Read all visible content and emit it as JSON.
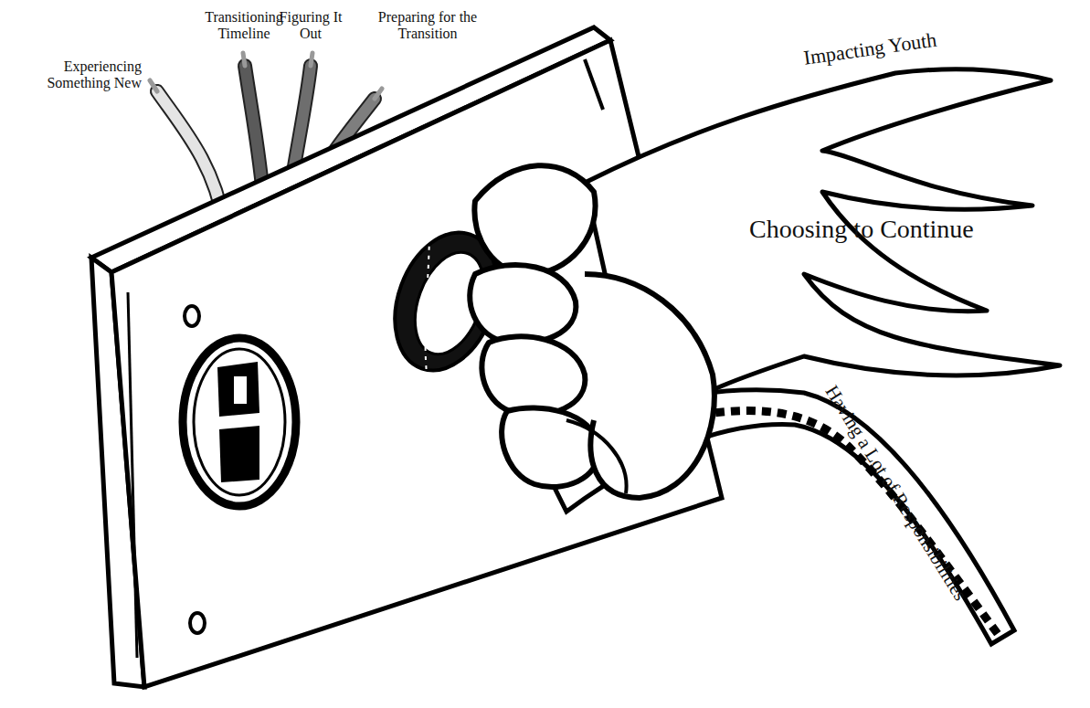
{
  "diagram": {
    "labels": [
      "Experiencing Something New",
      "Transitioning Timeline",
      "Figuring It Out",
      "Preparing for the Transition",
      "Impacting Youth",
      "Choosing to Continue",
      "Having a Lot of Responsibilities"
    ]
  }
}
